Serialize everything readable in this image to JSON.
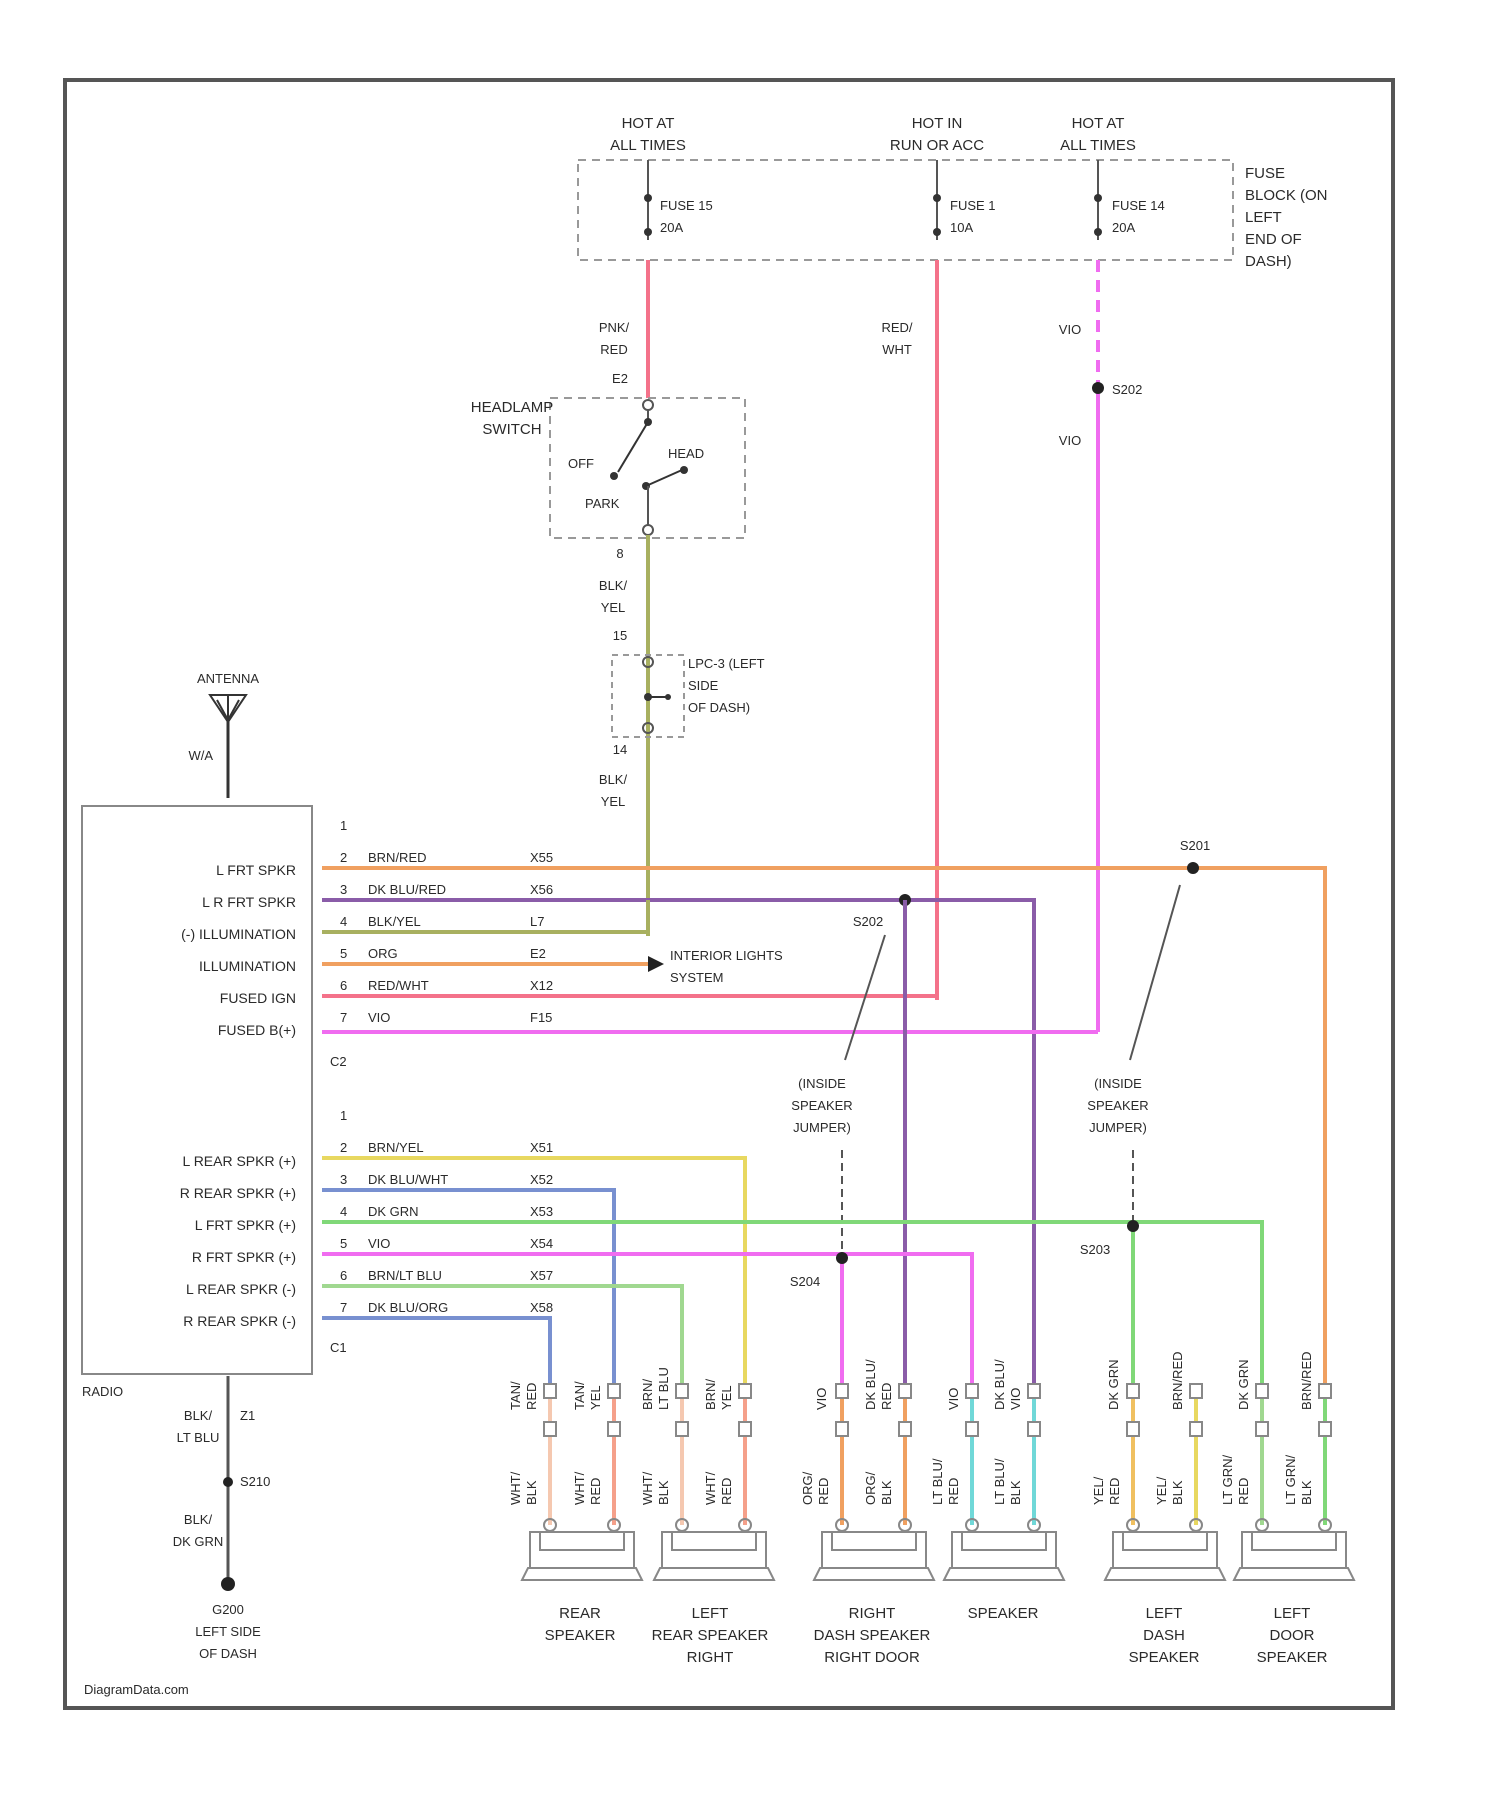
{
  "power_sources": [
    {
      "id": "hot1",
      "label": [
        "HOT AT",
        "ALL TIMES"
      ],
      "fuse": [
        "FUSE 15",
        "20A"
      ]
    },
    {
      "id": "hot2",
      "label": [
        "HOT IN",
        "RUN OR ACC"
      ],
      "fuse": [
        "FUSE 1",
        "10A"
      ]
    },
    {
      "id": "hot3",
      "label": [
        "HOT AT",
        "ALL TIMES"
      ],
      "fuse": [
        "FUSE 14",
        "20A"
      ]
    }
  ],
  "fuse_block": [
    "FUSE",
    "BLOCK (ON",
    "LEFT",
    "END OF",
    "DASH)"
  ],
  "wires_top": {
    "w1": [
      "PNK/",
      "RED"
    ],
    "w1_circuit": "E2",
    "w2": [
      "RED/",
      "WHT"
    ],
    "w3_a": "VIO",
    "w3_b": "VIO",
    "splice_s202": "S202"
  },
  "headlamp_switch": {
    "label": [
      "HEADLAMP",
      "SWITCH"
    ],
    "off": "OFF",
    "head": "HEAD",
    "park": "PARK",
    "pin": "8"
  },
  "connector_mid": {
    "wire_a": [
      "BLK/",
      "YEL"
    ],
    "pin_a": "15",
    "label": [
      "LPC-3 (LEFT",
      "SIDE",
      "OF DASH)"
    ],
    "pin_b": "14",
    "wire_b": [
      "BLK/",
      "YEL"
    ]
  },
  "antenna": {
    "label": "ANTENNA",
    "wire": "W/A"
  },
  "radio": {
    "name": "RADIO",
    "c2_label": "C2",
    "c1_label": "C1",
    "c2_pins": [
      {
        "num": "1",
        "func": "",
        "wire": "",
        "circuit": ""
      },
      {
        "num": "2",
        "func": "L FRT SPKR",
        "wire": "BRN/RED",
        "circuit": "X55"
      },
      {
        "num": "3",
        "func": "L R FRT SPKR",
        "wire": "DK BLU/RED",
        "circuit": "X56"
      },
      {
        "num": "4",
        "func": "(-) ILLUMINATION",
        "wire": "BLK/YEL",
        "circuit": "L7"
      },
      {
        "num": "5",
        "func": "ILLUMINATION",
        "wire": "ORG",
        "circuit": "E2"
      },
      {
        "num": "6",
        "func": "FUSED IGN",
        "wire": "RED/WHT",
        "circuit": "X12"
      },
      {
        "num": "7",
        "func": "FUSED B(+)",
        "wire": "VIO",
        "circuit": "F15"
      }
    ],
    "c1_pins": [
      {
        "num": "1",
        "func": "",
        "wire": "",
        "circuit": ""
      },
      {
        "num": "2",
        "func": "L REAR SPKR (+)",
        "wire": "BRN/YEL",
        "circuit": "X51"
      },
      {
        "num": "3",
        "func": "R REAR SPKR (+)",
        "wire": "DK BLU/WHT",
        "circuit": "X52"
      },
      {
        "num": "4",
        "func": "L FRT SPKR (+)",
        "wire": "DK GRN",
        "circuit": "X53"
      },
      {
        "num": "5",
        "func": "R FRT SPKR (+)",
        "wire": "VIO",
        "circuit": "X54"
      },
      {
        "num": "6",
        "func": "L REAR SPKR (-)",
        "wire": "BRN/LT BLU",
        "circuit": "X57"
      },
      {
        "num": "7",
        "func": "R REAR SPKR (-)",
        "wire": "DK BLU/ORG",
        "circuit": "X58"
      }
    ]
  },
  "interior_lights": [
    "INTERIOR LIGHTS",
    "SYSTEM"
  ],
  "splices": {
    "s201": "S201",
    "s202b": "S202",
    "s203": "S203",
    "s204": "S204"
  },
  "jumpers": {
    "left": [
      "(INSIDE",
      "SPEAKER",
      "JUMPER)"
    ],
    "right": [
      "(INSIDE",
      "SPEAKER",
      "JUMPER)"
    ]
  },
  "ground": {
    "wire_a": [
      "BLK/",
      "LT BLU"
    ],
    "circuit": "Z1",
    "splice": "S210",
    "wire_b": [
      "BLK/",
      "DK GRN"
    ],
    "label": [
      "G200",
      "LEFT SIDE",
      "OF DASH"
    ]
  },
  "speaker_wires_upper": [
    "TAN/",
    "RED",
    "TAN/",
    "YEL",
    "BRN/",
    "LT BLU",
    "BRN/",
    "YEL",
    "VIO",
    "DK BLU/",
    "RED",
    "VIO",
    "DK BLU/",
    "VIO",
    "DK GRN",
    "BRN/RED",
    "DK GRN",
    "BRN/RED"
  ],
  "speaker_wires_lower": [
    "WHT/",
    "BLK",
    "WHT/",
    "RED",
    "WHT/",
    "BLK",
    "WHT/",
    "RED",
    "ORG/",
    "RED",
    "ORG/",
    "BLK",
    "LT BLU/",
    "RED",
    "LT BLU/",
    "BLK",
    "YEL/",
    "RED",
    "YEL/",
    "BLK",
    "LT GRN/",
    "RED",
    "LT GRN/",
    "BLK"
  ],
  "speakers": [
    {
      "label": [
        "REAR",
        "SPEAKER"
      ]
    },
    {
      "label": [
        "LEFT",
        "REAR SPEAKER",
        "RIGHT"
      ]
    },
    {
      "label": [
        "RIGHT",
        "DASH SPEAKER",
        "RIGHT DOOR"
      ]
    },
    {
      "label": [
        "SPEAKER"
      ]
    },
    {
      "label": [
        "LEFT",
        "DASH",
        "SPEAKER"
      ]
    },
    {
      "label": [
        "LEFT",
        "DOOR",
        "SPEAKER"
      ]
    }
  ],
  "watermark": "DiagramData.com",
  "colors": {
    "pink": "#f4728a",
    "salmon": "#f5a08a",
    "violet": "#f06cf0",
    "orange": "#f0a060",
    "purple": "#8a5ca8",
    "olive": "#a8b060",
    "yellow": "#e8d860",
    "blue": "#7890d0",
    "green": "#80d878",
    "lightgreen": "#a0d890",
    "cyan": "#70d8d8",
    "frame": "#555555"
  }
}
